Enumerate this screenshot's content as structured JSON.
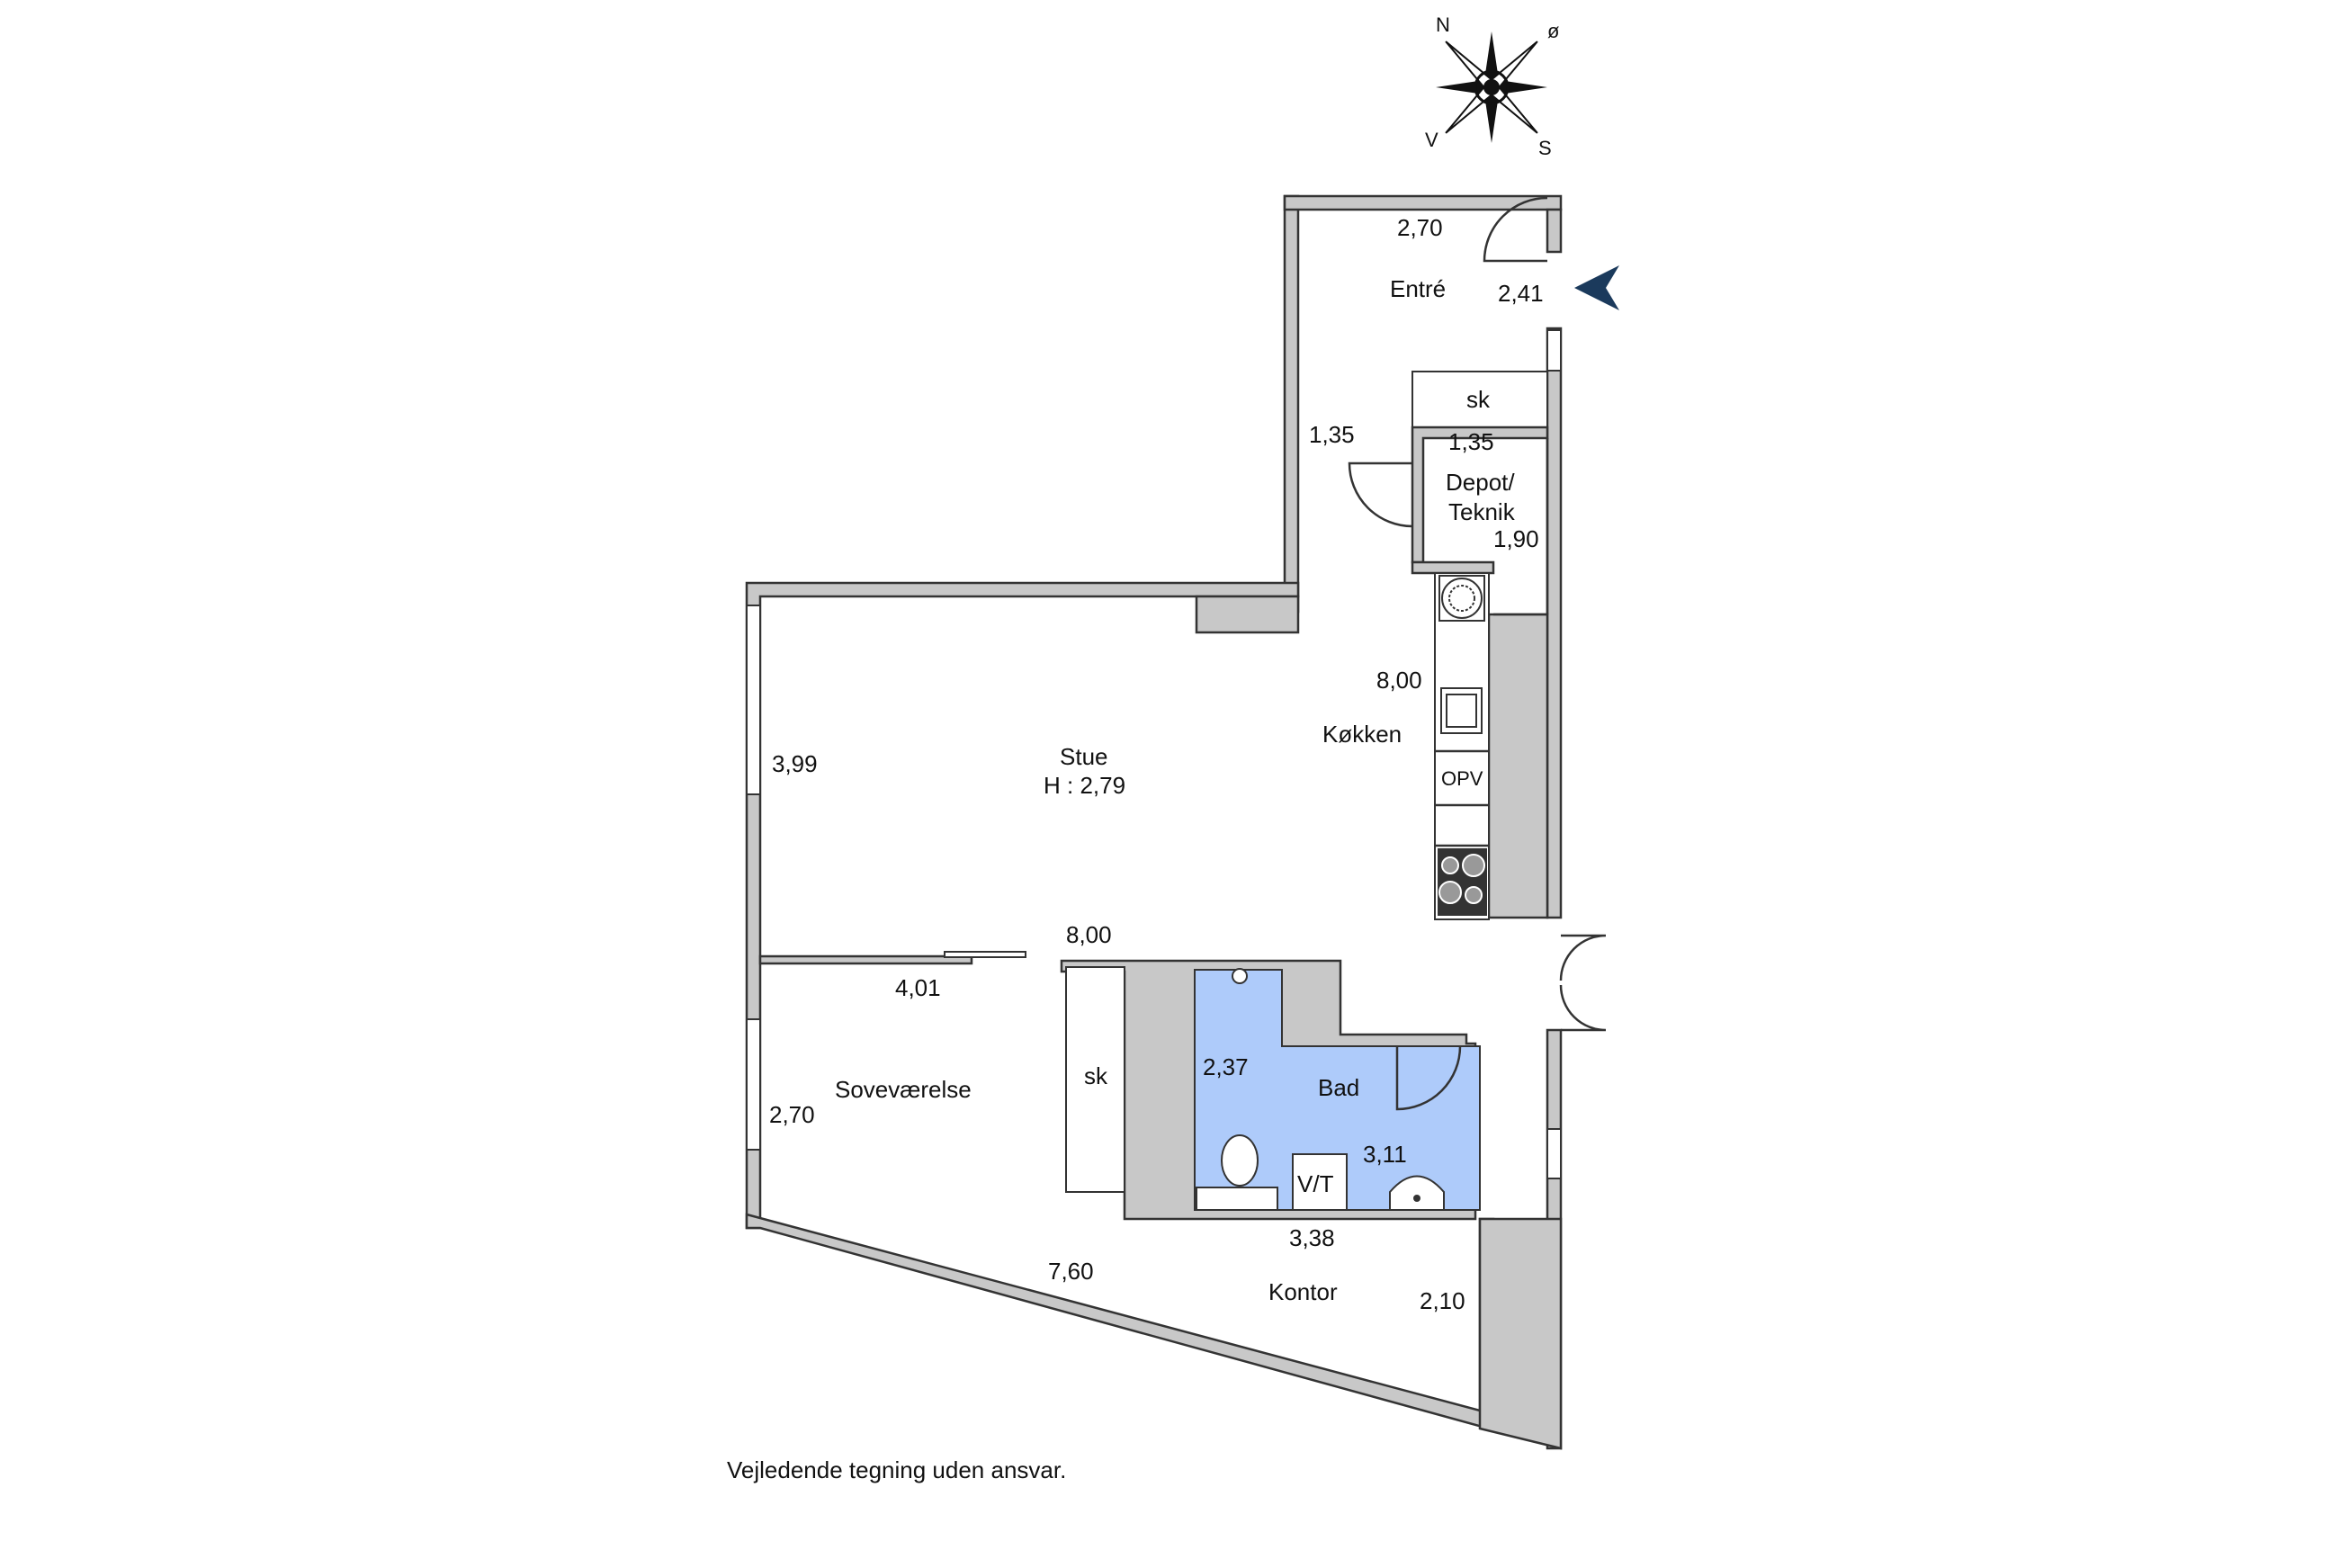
{
  "compass": {
    "n": "N",
    "e": "ø",
    "s": "S",
    "w": "V"
  },
  "rooms": {
    "entre": "Entré",
    "depot_line1": "Depot/",
    "depot_line2": "Teknik",
    "kokken": "Køkken",
    "stue": "Stue",
    "stue_height": "H : 2,79",
    "sovevaerelse": "Soveværelse",
    "bad": "Bad",
    "kontor": "Kontor"
  },
  "fixtures": {
    "sk_entre": "sk",
    "sk_sove": "sk",
    "opv": "OPV",
    "vt": "V/T"
  },
  "dimensions": {
    "entre_width": "2,70",
    "entre_length": "2,41",
    "hall_width": "1,35",
    "depot_width": "1,35",
    "depot_length": "1,90",
    "kokken_length": "8,00",
    "stue_window": "3,99",
    "stue_length": "8,00",
    "sove_width": "4,01",
    "sove_depth": "2,70",
    "bad_width": "2,37",
    "bad_length": "3,11",
    "bad_bottom": "3,38",
    "kontor_length": "7,60",
    "kontor_depth": "2,10"
  },
  "colors": {
    "wall": "#c8c8c8",
    "bathroom": "#aecbfa",
    "entry_arrow": "#1b3a5c"
  },
  "disclaimer": "Vejledende tegning uden ansvar."
}
